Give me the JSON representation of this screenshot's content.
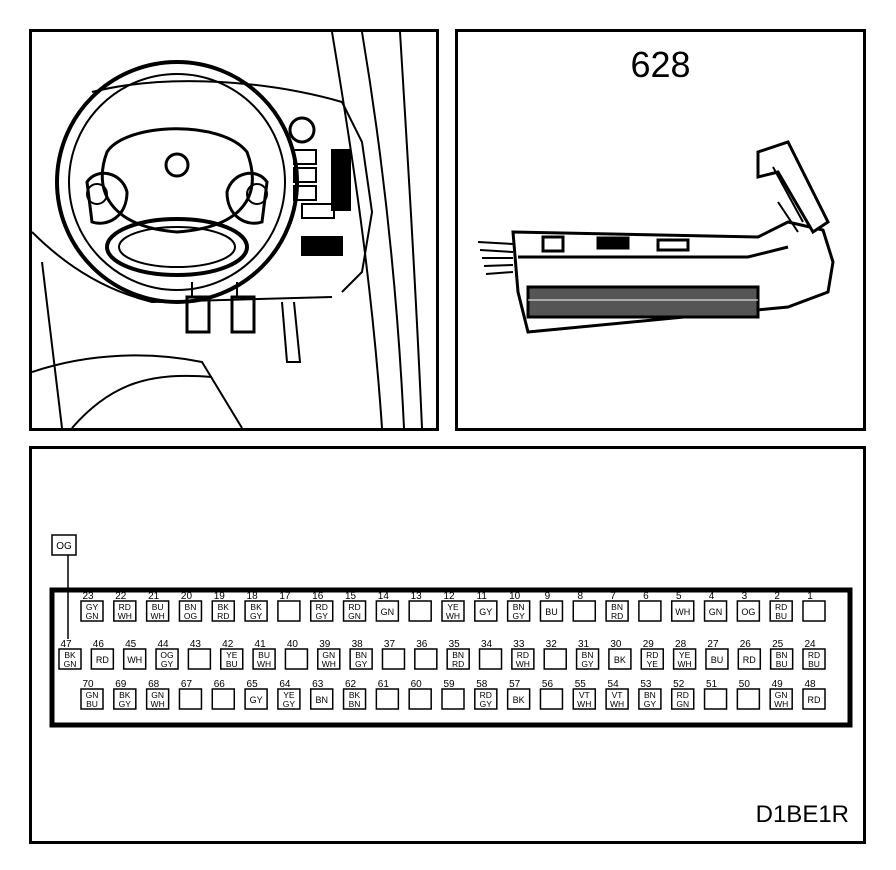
{
  "connector_number": "628",
  "figure_code": "D1BE1R",
  "detached_label": "OG",
  "pin_rows": [
    [
      {
        "n": "1",
        "c": []
      },
      {
        "n": "2",
        "c": [
          "RD",
          "BU"
        ]
      },
      {
        "n": "3",
        "c": [
          "OG"
        ]
      },
      {
        "n": "4",
        "c": [
          "GN"
        ]
      },
      {
        "n": "5",
        "c": [
          "WH"
        ]
      },
      {
        "n": "6",
        "c": []
      },
      {
        "n": "7",
        "c": [
          "BN",
          "RD"
        ]
      },
      {
        "n": "8",
        "c": []
      },
      {
        "n": "9",
        "c": [
          "BU"
        ]
      },
      {
        "n": "10",
        "c": [
          "BN",
          "GY"
        ]
      },
      {
        "n": "11",
        "c": [
          "GY"
        ]
      },
      {
        "n": "12",
        "c": [
          "YE",
          "WH"
        ]
      },
      {
        "n": "13",
        "c": []
      },
      {
        "n": "14",
        "c": [
          "GN"
        ]
      },
      {
        "n": "15",
        "c": [
          "RD",
          "GN"
        ]
      },
      {
        "n": "16",
        "c": [
          "RD",
          "GY"
        ]
      },
      {
        "n": "17",
        "c": []
      },
      {
        "n": "18",
        "c": [
          "BK",
          "GY"
        ]
      },
      {
        "n": "19",
        "c": [
          "BK",
          "RD"
        ]
      },
      {
        "n": "20",
        "c": [
          "BN",
          "OG"
        ]
      },
      {
        "n": "21",
        "c": [
          "BU",
          "WH"
        ]
      },
      {
        "n": "22",
        "c": [
          "RD",
          "WH"
        ]
      },
      {
        "n": "23",
        "c": [
          "GY",
          "GN"
        ]
      }
    ],
    [
      {
        "n": "24",
        "c": [
          "RD",
          "BU"
        ]
      },
      {
        "n": "25",
        "c": [
          "BN",
          "BU"
        ]
      },
      {
        "n": "26",
        "c": [
          "RD"
        ]
      },
      {
        "n": "27",
        "c": [
          "BU"
        ]
      },
      {
        "n": "28",
        "c": [
          "YE",
          "WH"
        ]
      },
      {
        "n": "29",
        "c": [
          "RD",
          "YE"
        ]
      },
      {
        "n": "30",
        "c": [
          "BK"
        ]
      },
      {
        "n": "31",
        "c": [
          "BN",
          "GY"
        ]
      },
      {
        "n": "32",
        "c": []
      },
      {
        "n": "33",
        "c": [
          "RD",
          "WH"
        ]
      },
      {
        "n": "34",
        "c": []
      },
      {
        "n": "35",
        "c": [
          "BN",
          "RD"
        ]
      },
      {
        "n": "36",
        "c": []
      },
      {
        "n": "37",
        "c": []
      },
      {
        "n": "38",
        "c": [
          "BN",
          "GY"
        ]
      },
      {
        "n": "39",
        "c": [
          "GN",
          "WH"
        ]
      },
      {
        "n": "40",
        "c": []
      },
      {
        "n": "41",
        "c": [
          "BU",
          "WH"
        ]
      },
      {
        "n": "42",
        "c": [
          "YE",
          "BU"
        ]
      },
      {
        "n": "43",
        "c": []
      },
      {
        "n": "44",
        "c": [
          "OG",
          "GY"
        ]
      },
      {
        "n": "45",
        "c": [
          "WH"
        ]
      },
      {
        "n": "46",
        "c": [
          "RD"
        ]
      },
      {
        "n": "47",
        "c": [
          "BK",
          "GN"
        ]
      }
    ],
    [
      {
        "n": "48",
        "c": [
          "RD"
        ]
      },
      {
        "n": "49",
        "c": [
          "GN",
          "WH"
        ]
      },
      {
        "n": "50",
        "c": []
      },
      {
        "n": "51",
        "c": []
      },
      {
        "n": "52",
        "c": [
          "RD",
          "GN"
        ]
      },
      {
        "n": "53",
        "c": [
          "BN",
          "GY"
        ]
      },
      {
        "n": "54",
        "c": [
          "VT",
          "WH"
        ]
      },
      {
        "n": "55",
        "c": [
          "VT",
          "WH"
        ]
      },
      {
        "n": "56",
        "c": []
      },
      {
        "n": "57",
        "c": [
          "BK"
        ]
      },
      {
        "n": "58",
        "c": [
          "RD",
          "GY"
        ]
      },
      {
        "n": "59",
        "c": []
      },
      {
        "n": "60",
        "c": []
      },
      {
        "n": "61",
        "c": []
      },
      {
        "n": "62",
        "c": [
          "BK",
          "BN"
        ]
      },
      {
        "n": "63",
        "c": [
          "BN"
        ]
      },
      {
        "n": "64",
        "c": [
          "YE",
          "GY"
        ]
      },
      {
        "n": "65",
        "c": [
          "GY"
        ]
      },
      {
        "n": "66",
        "c": []
      },
      {
        "n": "67",
        "c": []
      },
      {
        "n": "68",
        "c": [
          "GN",
          "WH"
        ]
      },
      {
        "n": "69",
        "c": [
          "BK",
          "GY"
        ]
      },
      {
        "n": "70",
        "c": [
          "GN",
          "BU"
        ]
      }
    ]
  ]
}
